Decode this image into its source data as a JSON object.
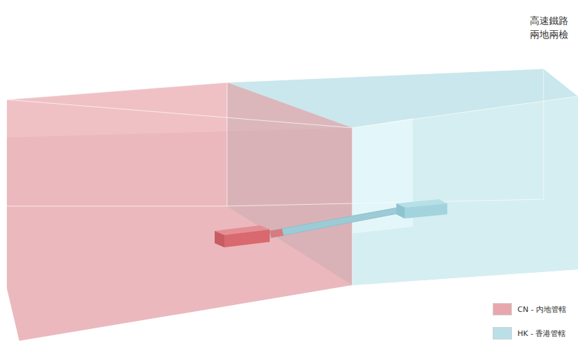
{
  "diagram": {
    "title": "高速鐵路 兩地兩檢",
    "legend": [
      {
        "text": "CN - 内地管轄",
        "color": "#e8a7ad"
      },
      {
        "text": "HK - 香港管轄",
        "color": "#b9e0e6"
      }
    ]
  }
}
